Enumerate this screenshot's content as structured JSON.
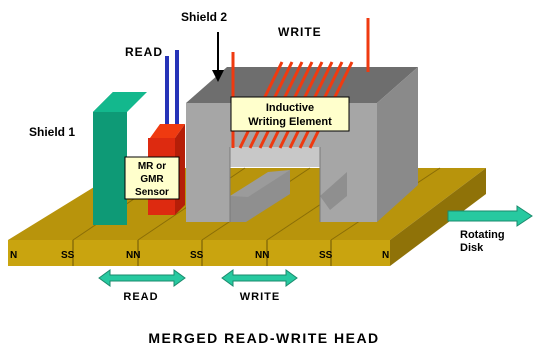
{
  "title": "MERGED READ-WRITE HEAD",
  "labels": {
    "shield1": "Shield 1",
    "shield2": "Shield 2",
    "read_top": "READ",
    "write_top": "WRITE",
    "inductive_line1": "Inductive",
    "inductive_line2": "Writing Element",
    "sensor_line1": "MR or",
    "sensor_line2": "GMR",
    "sensor_line3": "Sensor",
    "rotating_line1": "Rotating",
    "rotating_line2": "Disk",
    "read_bottom": "READ",
    "write_bottom": "WRITE"
  },
  "disk_poles": [
    "N",
    "SS",
    "NN",
    "SS",
    "NN",
    "SS",
    "N"
  ],
  "colors": {
    "disk_top": "#b8940c",
    "disk_front": "#c9a40f",
    "disk_dark": "#8f7208",
    "shield1_front": "#0e9a76",
    "shield1_side": "#0a6e55",
    "shield1_top": "#13b88d",
    "sensor_red": "#dd2a10",
    "sensor_dark": "#b51e08",
    "lead_blue": "#2633b8",
    "coil_red": "#ef3a10",
    "shield2_front": "#a6a6a6",
    "shield2_side": "#8a8a8a",
    "shield2_top": "#6e6e6e",
    "label_fill": "#ffffcc",
    "arrow_teal": "#27c9a0"
  }
}
